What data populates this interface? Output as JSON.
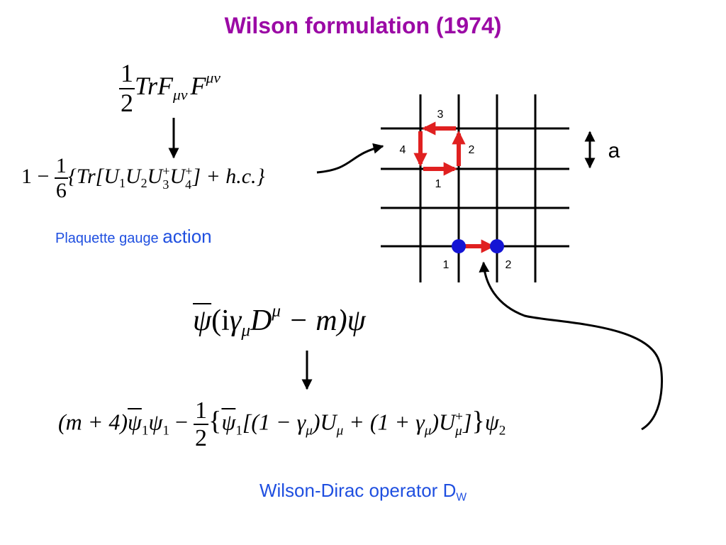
{
  "title": "Wilson formulation (1974)",
  "colors": {
    "title": "#9b0aa5",
    "label_blue": "#1f4fe0",
    "link_red": "#e02020",
    "site_blue": "#1414d4",
    "line": "#000000"
  },
  "plaquette_label": {
    "part1": "Plaquette gauge ",
    "part2": "action"
  },
  "dirac_label": {
    "text": "Wilson-Dirac operator  D",
    "sub": "W"
  },
  "lattice": {
    "spacing_label": "a",
    "plaquette_links": [
      "1",
      "2",
      "3",
      "4"
    ],
    "site_labels": [
      "1",
      "2"
    ]
  },
  "eq_yang_mills": {
    "half_num": "1",
    "half_den": "2",
    "trf": "TrF",
    "sub_muv": "μν",
    "f": "F",
    "sup_muv": "μν"
  },
  "eq_plaquette": {
    "one_minus": "1 −",
    "sixth_num": "1",
    "sixth_den": "6",
    "open": "{Tr[",
    "u1": "U",
    "s1": "1",
    "u2": "U",
    "s2": "2",
    "u3": "U",
    "s3": "3",
    "u4": "U",
    "s4": "4",
    "plus": "+",
    "close": "] + h.c.}"
  },
  "eq_dirac_cont": {
    "psibar": "ψ",
    "open": "(i",
    "gamma": "γ",
    "mu": "μ",
    "d": "D",
    "mid": " − m)",
    "psi": "ψ"
  },
  "eq_wilson_dirac": {
    "lead": "(m + 4)",
    "psibar": "ψ",
    "s1": "1",
    "psi": "ψ",
    "minus": " − ",
    "half_num": "1",
    "half_den": "2",
    "brace_open": "{",
    "br_open": "[(1 − ",
    "gamma": "γ",
    "mu": "μ",
    "u_mid": ")U",
    "plus_open": " + (1 + ",
    "u_end": ")U",
    "plus": "+",
    "br_close": "]",
    "brace_close": "}",
    "s2": "2"
  }
}
